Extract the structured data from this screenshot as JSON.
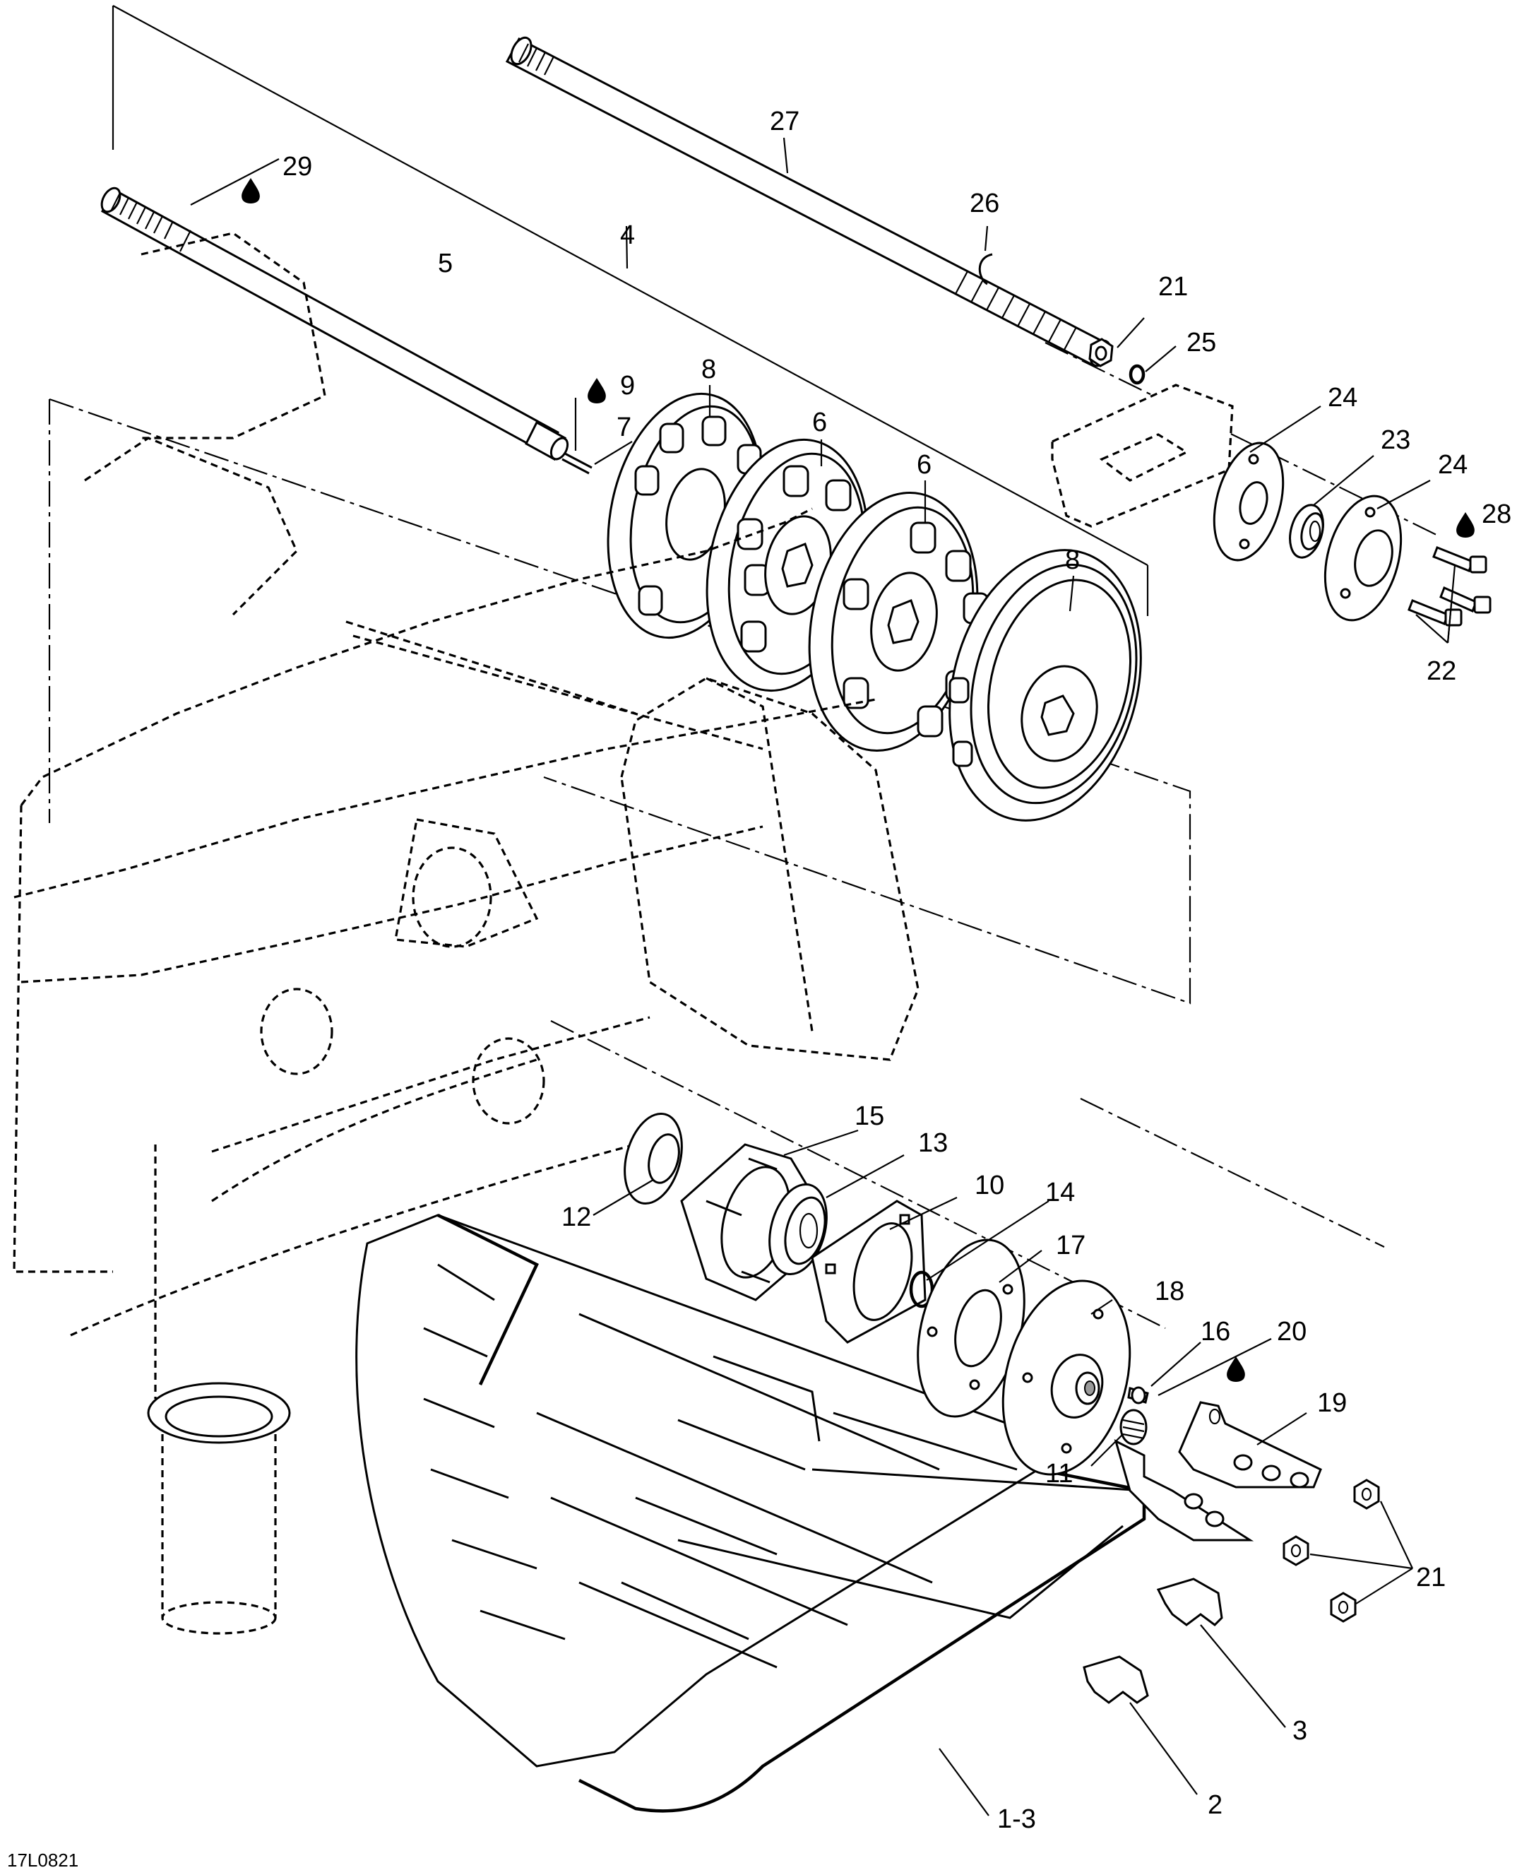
{
  "figure_code": "17L0821",
  "callouts": [
    {
      "id": "c27",
      "label": "27"
    },
    {
      "id": "c29",
      "label": "29"
    },
    {
      "id": "c26",
      "label": "26"
    },
    {
      "id": "c4",
      "label": "4"
    },
    {
      "id": "c5",
      "label": "5"
    },
    {
      "id": "c21a",
      "label": "21"
    },
    {
      "id": "c25",
      "label": "25"
    },
    {
      "id": "c9",
      "label": "9"
    },
    {
      "id": "c8a",
      "label": "8"
    },
    {
      "id": "c7",
      "label": "7"
    },
    {
      "id": "c6a",
      "label": "6"
    },
    {
      "id": "c24a",
      "label": "24"
    },
    {
      "id": "c23",
      "label": "23"
    },
    {
      "id": "c24b",
      "label": "24"
    },
    {
      "id": "c6b",
      "label": "6"
    },
    {
      "id": "c28",
      "label": "28"
    },
    {
      "id": "c8b",
      "label": "8"
    },
    {
      "id": "c22",
      "label": "22"
    },
    {
      "id": "c15",
      "label": "15"
    },
    {
      "id": "c13",
      "label": "13"
    },
    {
      "id": "c10",
      "label": "10"
    },
    {
      "id": "c14",
      "label": "14"
    },
    {
      "id": "c12",
      "label": "12"
    },
    {
      "id": "c17",
      "label": "17"
    },
    {
      "id": "c18",
      "label": "18"
    },
    {
      "id": "c16",
      "label": "16"
    },
    {
      "id": "c20",
      "label": "20"
    },
    {
      "id": "c19",
      "label": "19"
    },
    {
      "id": "c11",
      "label": "11"
    },
    {
      "id": "c21b",
      "label": "21"
    },
    {
      "id": "c3",
      "label": "3"
    },
    {
      "id": "c2",
      "label": "2"
    },
    {
      "id": "c13b",
      "label": "1-3"
    }
  ],
  "icons": [
    "oil-drop-icon"
  ]
}
